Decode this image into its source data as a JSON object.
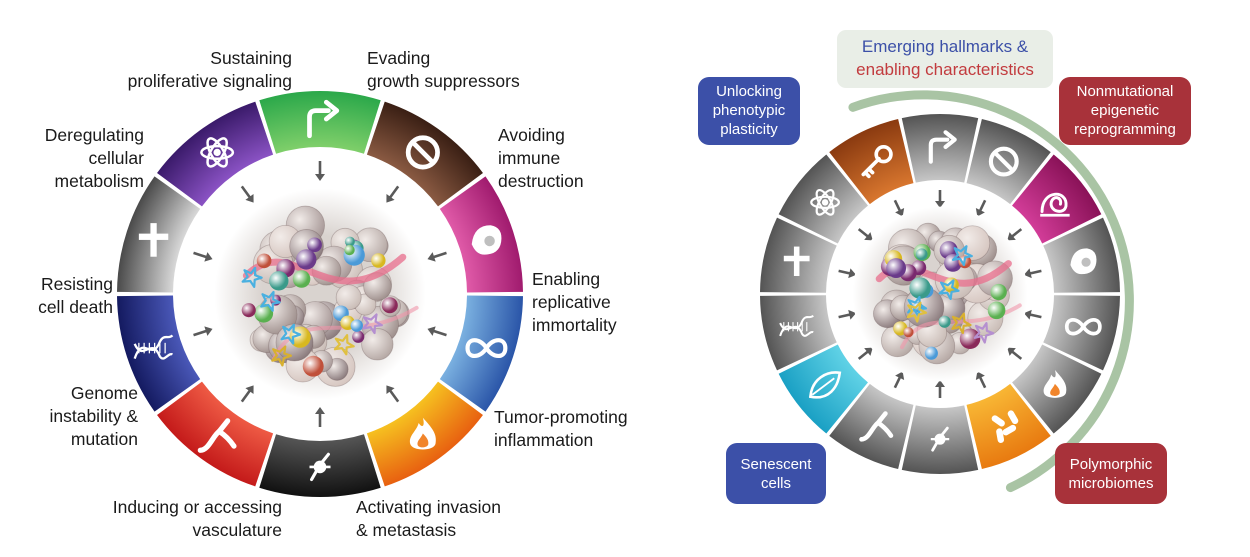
{
  "left_labels": [
    {
      "id": "sustaining",
      "lines": [
        "Sustaining",
        "proliferative signaling"
      ]
    },
    {
      "id": "evading",
      "lines": [
        "Evading",
        "growth suppressors"
      ]
    },
    {
      "id": "avoiding",
      "lines": [
        "Avoiding",
        "immune",
        "destruction"
      ]
    },
    {
      "id": "enabling",
      "lines": [
        "Enabling",
        "replicative",
        "immortality"
      ]
    },
    {
      "id": "tumor",
      "lines": [
        "Tumor-promoting",
        "inflammation"
      ]
    },
    {
      "id": "activating",
      "lines": [
        "Activating invasion",
        "& metastasis"
      ]
    },
    {
      "id": "inducing",
      "lines": [
        "Inducing or accessing",
        "vasculature"
      ]
    },
    {
      "id": "genome",
      "lines": [
        "Genome",
        "instability &",
        "mutation"
      ]
    },
    {
      "id": "resisting",
      "lines": [
        "Resisting",
        "cell death"
      ]
    },
    {
      "id": "deregulating",
      "lines": [
        "Deregulating",
        "cellular",
        "metabolism"
      ]
    }
  ],
  "right_header": {
    "line1": "Emerging hallmarks &",
    "line2": "enabling characteristics"
  },
  "right_boxes": [
    {
      "id": "unlocking",
      "lines": [
        "Unlocking",
        "phenotypic",
        "plasticity"
      ],
      "color": "#3c50a8"
    },
    {
      "id": "nonmutational",
      "lines": [
        "Nonmutational",
        "epigenetic",
        "reprogramming"
      ],
      "color": "#a8323a"
    },
    {
      "id": "senescent",
      "lines": [
        "Senescent",
        "cells"
      ],
      "color": "#3c50a8"
    },
    {
      "id": "polymorphic",
      "lines": [
        "Polymorphic",
        "microbiomes"
      ],
      "color": "#a8323a"
    }
  ],
  "hallmark_segments": [
    {
      "id": "sustaining",
      "icon": "bent-arrow-icon",
      "color_top": "#2ba84a",
      "color_bottom": "#7fcf6a"
    },
    {
      "id": "evading",
      "icon": "prohibition-icon",
      "color_top": "#3a1f14",
      "color_bottom": "#8a5a42"
    },
    {
      "id": "avoiding",
      "icon": "immune-cell-icon",
      "color_top": "#a01b6e",
      "color_bottom": "#e05aa8"
    },
    {
      "id": "enabling",
      "icon": "infinity-icon",
      "color_top": "#2a55a8",
      "color_bottom": "#7ab0e0"
    },
    {
      "id": "tumor",
      "icon": "flame-icon",
      "color_top": "#e86010",
      "color_bottom": "#f6c020"
    },
    {
      "id": "activating",
      "icon": "migrating-cell-icon",
      "color_top": "#111111",
      "color_bottom": "#555555"
    },
    {
      "id": "inducing",
      "icon": "blood-vessel-icon",
      "color_top": "#c41a1a",
      "color_bottom": "#ee5a44"
    },
    {
      "id": "genome",
      "icon": "dna-icon",
      "color_top": "#141a60",
      "color_bottom": "#4a58b8"
    },
    {
      "id": "resisting",
      "icon": "cross-icon",
      "color_top": "#4a4a4a",
      "color_bottom": "#d8d8d8"
    },
    {
      "id": "deregulating",
      "icon": "atom-icon",
      "color_top": "#3a1a6a",
      "color_bottom": "#8a52c4"
    }
  ],
  "emerging_segments": [
    {
      "id": "unlocking",
      "icon": "key-icon",
      "color_top": "#8a3a10",
      "color_bottom": "#d8762e"
    },
    {
      "id": "nonmutational",
      "icon": "epigenetic-icon",
      "color_top": "#8a1258",
      "color_bottom": "#d23c98"
    },
    {
      "id": "polymorphic",
      "icon": "microbiome-icon",
      "color_top": "#e87a10",
      "color_bottom": "#f8b634"
    },
    {
      "id": "senescent",
      "icon": "leaf-icon",
      "color_top": "#1aa0c4",
      "color_bottom": "#60d2e6"
    }
  ],
  "grey_colors": {
    "outer": "#545454",
    "inner": "#c6c6c6"
  },
  "accent_colors": {
    "header_bg": "#e9eee7",
    "arc": "#a9c4a4",
    "arrow": "#5a5a5a"
  }
}
